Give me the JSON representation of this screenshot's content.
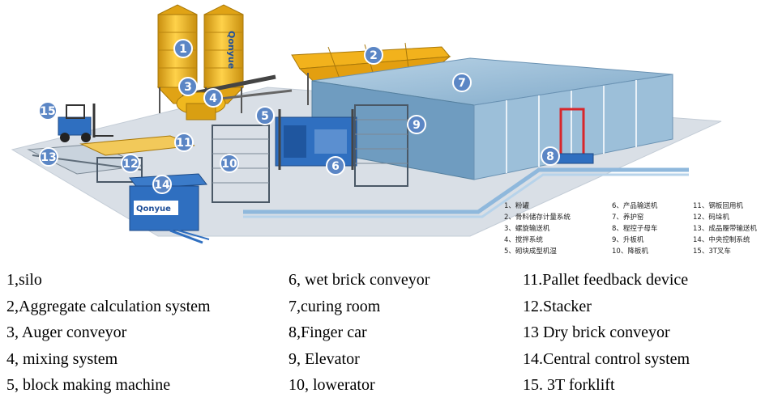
{
  "logo_text": "Qonyue",
  "markers": [
    "1",
    "2",
    "3",
    "4",
    "5",
    "6",
    "7",
    "8",
    "9",
    "10",
    "11",
    "12",
    "13",
    "14",
    "15"
  ],
  "legend_cn": [
    "1、粉罐",
    "2、骨料储存计量系统",
    "3、螺旋输送机",
    "4、搅拌系统",
    "5、砌块成型机湿",
    "6、产品输送机",
    "7、养护窑",
    "8、程控子母车",
    "9、升板机",
    "10、降板机",
    "11、钢板回用机",
    "12、码垛机",
    "13、成品履带输送机",
    "14、中央控制系统",
    "15、3T叉车"
  ],
  "legend_en": {
    "col1": [
      "1,silo",
      "2,Aggregate calculation system",
      "3, Auger conveyor",
      "4, mixing system",
      "5, block making machine"
    ],
    "col2": [
      "6, wet brick conveyor",
      "7,curing room",
      "8,Finger car",
      "9, Elevator",
      "10, lowerator"
    ],
    "col3": [
      "11.Pallet feedback device",
      "12.Stacker",
      "13 Dry brick conveyor",
      "14.Central control system",
      "15. 3T forklift"
    ]
  },
  "colors": {
    "badge": "#5b86c5",
    "floor": "#d7dde4",
    "rail": "#8fb8dc",
    "silo": "#f0b81e",
    "hopper": "#f2b21c",
    "curing_room": "#7fa9c9",
    "machine_blue": "#2f6fc0",
    "red": "#d8262a"
  }
}
